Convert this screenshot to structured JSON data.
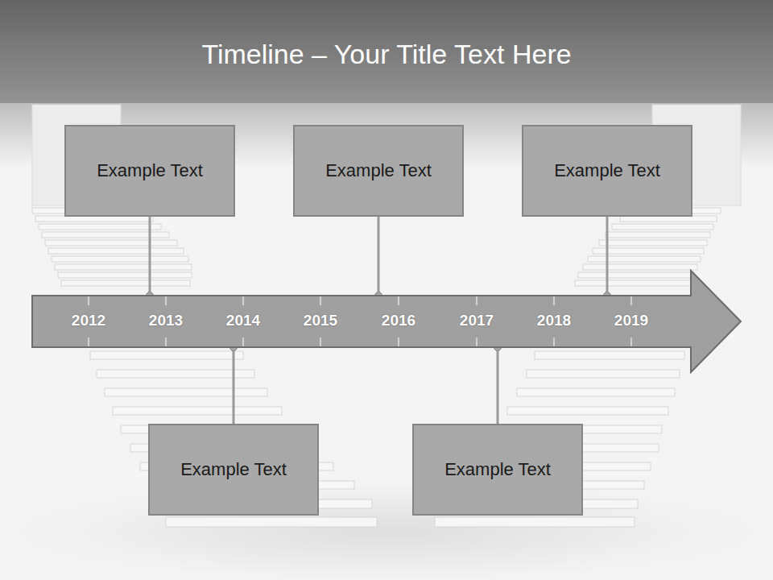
{
  "diagram": {
    "title": "Timeline – Your Title Text Here",
    "nodes": [
      {
        "text": [
          "Example Text"
        ]
      },
      {
        "text": [
          "Example Text"
        ]
      },
      {
        "text": [
          "Example Text"
        ]
      },
      {
        "text": [
          "2012",
          "2013",
          "2014",
          "2015",
          "2016",
          "2017",
          "2018",
          "2019"
        ]
      },
      {
        "text": [
          "Example Text"
        ]
      },
      {
        "text": [
          "Example Text"
        ]
      }
    ],
    "edges": [
      {
        "from": 0,
        "to": 3,
        "arrow": "none"
      },
      {
        "from": 1,
        "to": 3,
        "arrow": "none"
      },
      {
        "from": 2,
        "to": 3,
        "arrow": "none"
      },
      {
        "from": 4,
        "to": 3,
        "arrow": "none"
      },
      {
        "from": 5,
        "to": 3,
        "arrow": "none"
      }
    ]
  }
}
